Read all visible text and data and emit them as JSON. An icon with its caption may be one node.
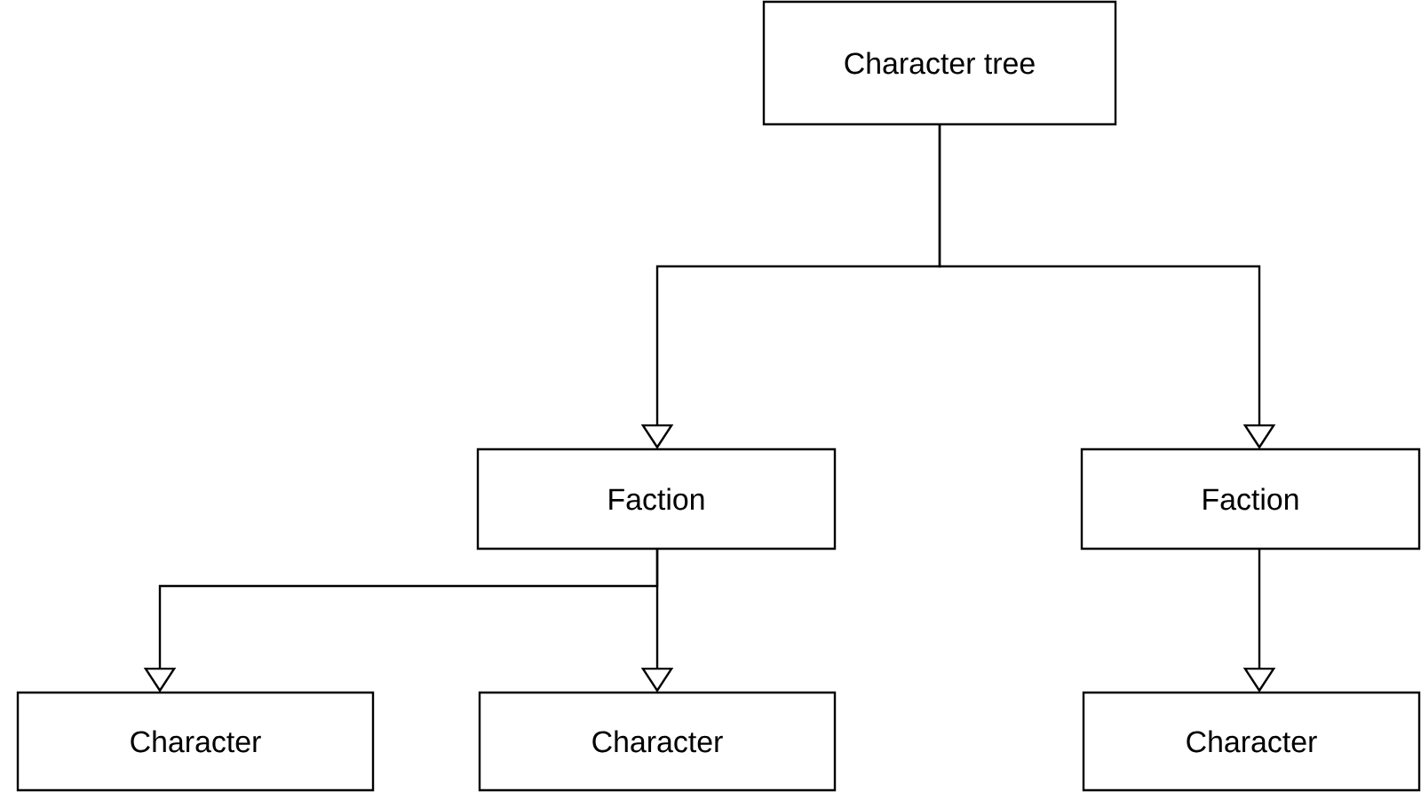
{
  "diagram": {
    "nodes": [
      {
        "text": [
          "Character tree"
        ]
      },
      {
        "text": [
          "Faction"
        ]
      },
      {
        "text": [
          "Faction"
        ]
      },
      {
        "text": [
          "Character"
        ]
      },
      {
        "text": [
          "Character"
        ]
      },
      {
        "text": [
          "Character"
        ]
      }
    ],
    "edges": [
      {
        "from": 0,
        "to": 1,
        "arrow": "to"
      },
      {
        "from": 0,
        "to": 2,
        "arrow": "to"
      },
      {
        "from": 1,
        "to": 3,
        "arrow": "to"
      },
      {
        "from": 1,
        "to": 4,
        "arrow": "to"
      },
      {
        "from": 2,
        "to": 5,
        "arrow": "to"
      }
    ]
  }
}
